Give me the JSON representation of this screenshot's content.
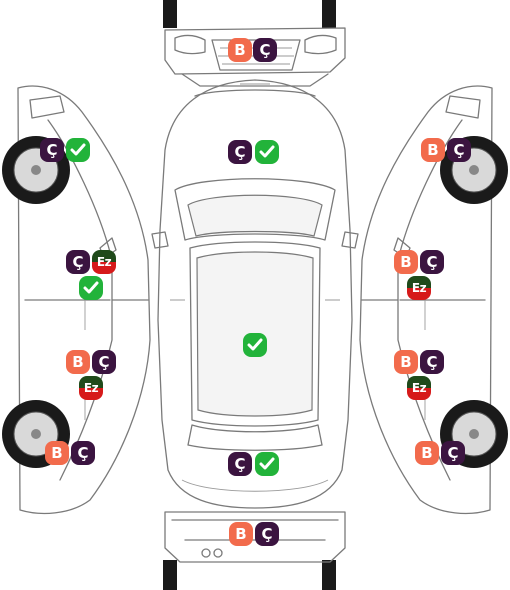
{
  "labels": {
    "boyali": "B",
    "cizik": "Ç",
    "ezik": "Ez"
  },
  "icons": {
    "ok": "check-icon"
  },
  "colors": {
    "boyali": "#f26b4c",
    "cizik": "#3b1440",
    "ok": "#22b33a",
    "ezik_top": "#1f4a1a",
    "ezik_bottom": "#d61a1a"
  },
  "markers": {
    "front_bumper": [
      "boyali",
      "cizik"
    ],
    "hood": [
      "cizik",
      "ok"
    ],
    "roof": [
      "ok"
    ],
    "trunk": [
      "cizik",
      "ok"
    ],
    "rear_bumper": [
      "boyali",
      "cizik"
    ],
    "left_front_fender": [
      "cizik",
      "ok"
    ],
    "left_front_door": [
      "cizik",
      "ezik",
      "ok"
    ],
    "left_rear_door": [
      "boyali",
      "cizik",
      "ezik"
    ],
    "left_rear_fender": [
      "boyali",
      "cizik"
    ],
    "right_front_fender": [
      "boyali",
      "cizik"
    ],
    "right_front_door": [
      "boyali",
      "cizik",
      "ezik"
    ],
    "right_rear_door": [
      "boyali",
      "cizik",
      "ezik"
    ],
    "right_rear_fender": [
      "boyali",
      "cizik"
    ]
  }
}
